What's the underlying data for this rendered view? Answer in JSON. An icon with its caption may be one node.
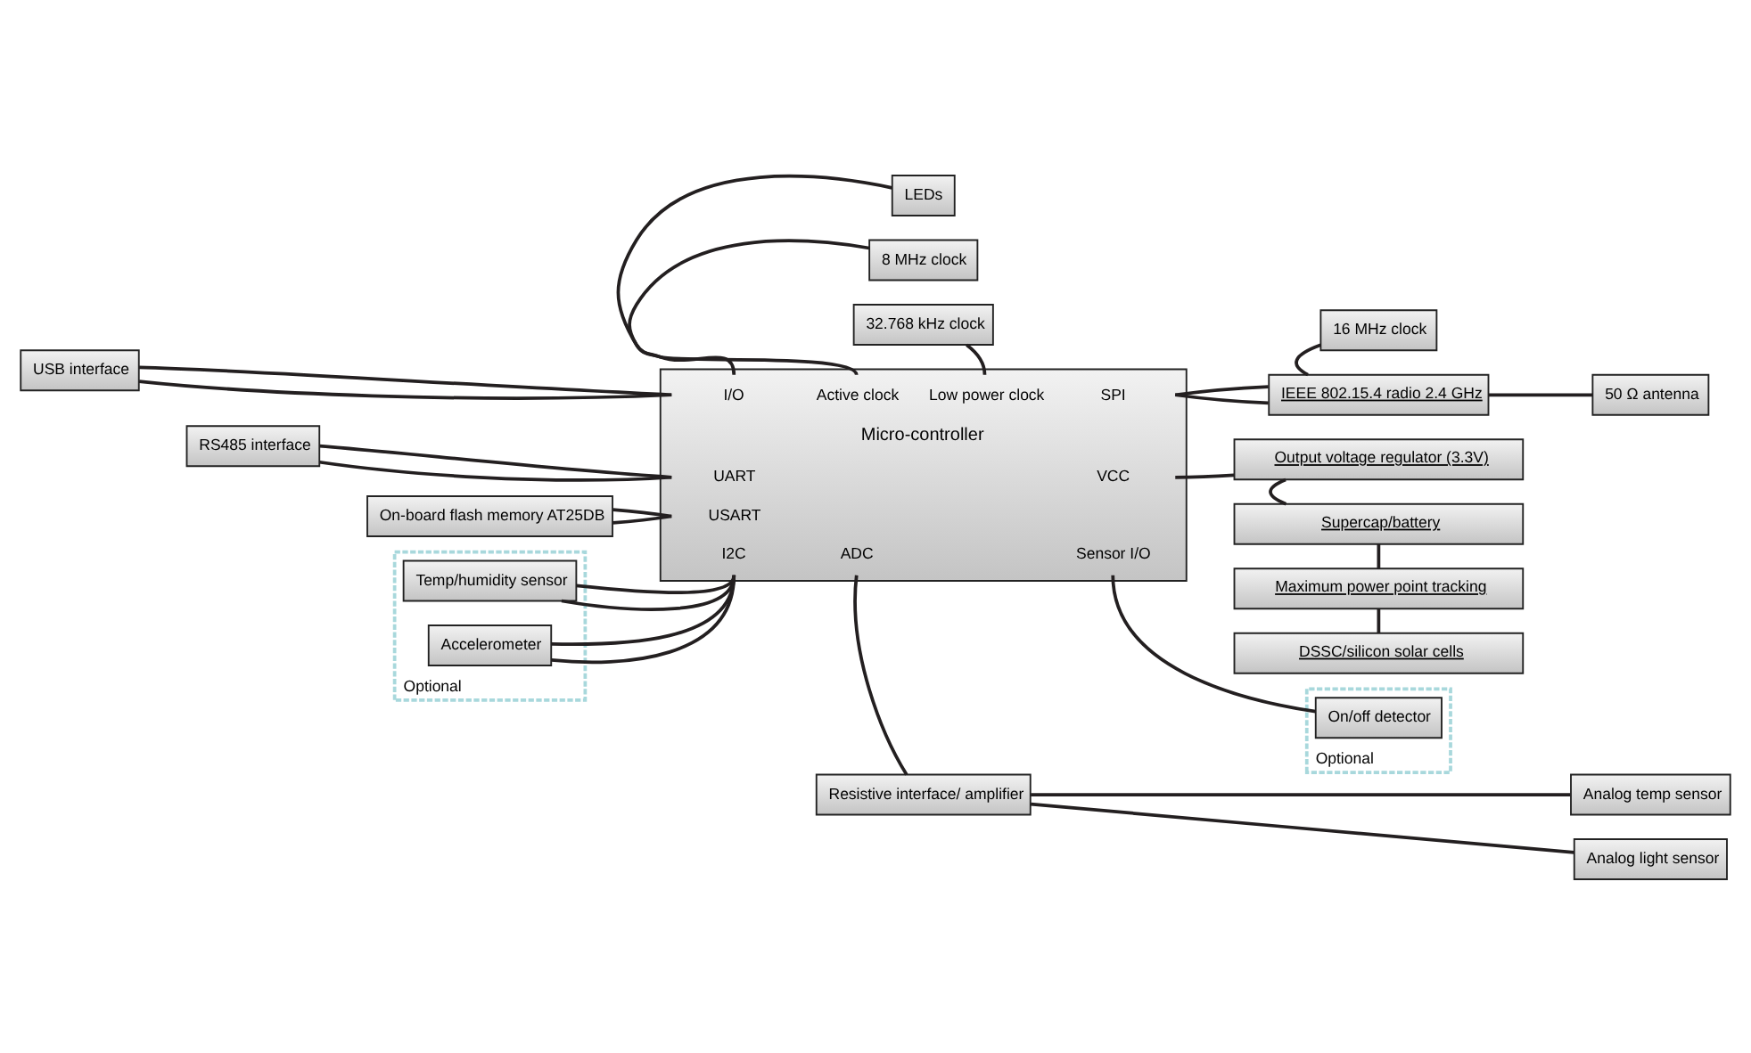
{
  "diagram": {
    "nodes": [
      {
        "text": [
          "LEDs"
        ]
      },
      {
        "text": [
          "8 MHz clock"
        ]
      },
      {
        "text": [
          "32.768 kHz clock"
        ]
      },
      {
        "text": [
          "16 MHz clock"
        ]
      },
      {
        "text": [
          "I/O",
          "Active clock",
          "Low power clock",
          "SPI",
          "Micro-controller",
          "UART",
          "VCC",
          "USART",
          "I2C",
          "ADC",
          "Sensor I/O"
        ]
      },
      {
        "text": [
          "USB interface"
        ]
      },
      {
        "text": [
          "IEEE 802.15.4 radio 2.4 GHz"
        ]
      },
      {
        "text": [
          "50 Ω antenna"
        ]
      },
      {
        "text": [
          "RS485 interface"
        ]
      },
      {
        "text": [
          "Output voltage regulator (3.3V)"
        ]
      },
      {
        "text": [
          "On-board flash memory AT25DB"
        ]
      },
      {
        "text": [
          "Supercap/battery"
        ]
      },
      {
        "text": [
          "Optional"
        ]
      },
      {
        "text": [
          "Temp/humidity sensor"
        ],
        "in": 12
      },
      {
        "text": [
          "Maximum power point tracking"
        ]
      },
      {
        "text": [
          "Resistive interface/ amplifier"
        ]
      },
      {
        "text": [
          "Optional"
        ]
      },
      {
        "text": [
          "On/off detector"
        ],
        "in": 16
      },
      {
        "text": [
          "DSSC/silicon solar cells"
        ]
      },
      {
        "text": [
          "Accelerometer"
        ],
        "in": 12
      },
      {
        "text": [
          "Analog temp sensor"
        ]
      },
      {
        "text": [
          "Analog light sensor"
        ]
      }
    ],
    "edges": [
      {
        "from": 0,
        "to": 4,
        "arrow": "none"
      },
      {
        "from": 1,
        "to": 4,
        "arrow": "none"
      },
      {
        "from": 2,
        "to": 4,
        "arrow": "none"
      },
      {
        "from": 3,
        "to": 6,
        "arrow": "none"
      },
      {
        "from": 5,
        "to": 4,
        "arrow": "none"
      },
      {
        "from": 5,
        "to": 4,
        "arrow": "none"
      },
      {
        "from": 4,
        "to": 6,
        "arrow": "none"
      },
      {
        "from": 4,
        "to": 6,
        "arrow": "none"
      },
      {
        "from": 6,
        "to": 7,
        "arrow": "none"
      },
      {
        "from": 8,
        "to": 4,
        "arrow": "none"
      },
      {
        "from": 8,
        "to": 4,
        "arrow": "none"
      },
      {
        "from": 4,
        "to": 9,
        "arrow": "none"
      },
      {
        "from": 10,
        "to": 4,
        "arrow": "none"
      },
      {
        "from": 10,
        "to": 4,
        "arrow": "none"
      },
      {
        "from": 9,
        "to": 11,
        "arrow": "none"
      },
      {
        "from": 13,
        "to": 4,
        "arrow": "none"
      },
      {
        "from": 13,
        "to": 4,
        "arrow": "none"
      },
      {
        "from": 11,
        "to": 14,
        "arrow": "none"
      },
      {
        "from": 4,
        "to": 15,
        "arrow": "none"
      },
      {
        "from": 4,
        "to": 17,
        "arrow": "none"
      },
      {
        "from": 14,
        "to": 18,
        "arrow": "none"
      },
      {
        "from": 19,
        "to": 4,
        "arrow": "none"
      },
      {
        "from": 19,
        "to": 4,
        "arrow": "none"
      },
      {
        "from": 15,
        "to": 20,
        "arrow": "none"
      },
      {
        "from": 15,
        "to": 21,
        "arrow": "none"
      }
    ]
  }
}
